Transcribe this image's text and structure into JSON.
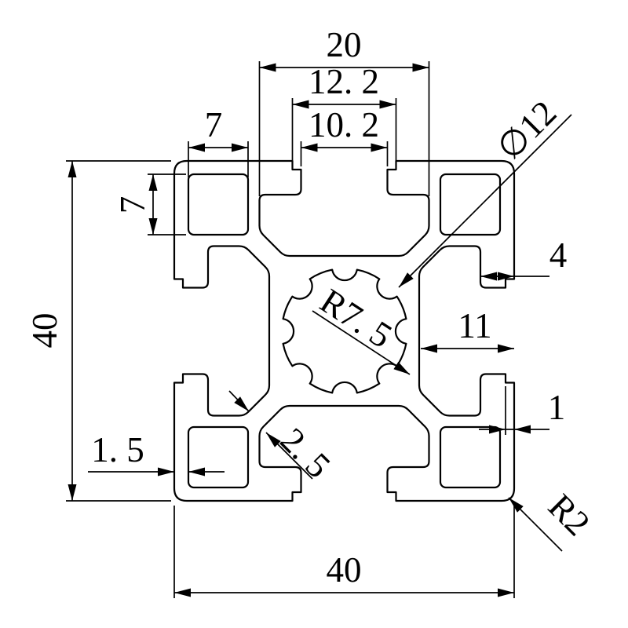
{
  "drawing": {
    "type": "aluminum-extrusion-profile-cross-section",
    "colors": {
      "line": "#000000",
      "background": "#ffffff"
    },
    "dimensions": {
      "slot_cavity_width": {
        "label": "20"
      },
      "slot_mouth_outer": {
        "label": "12. 2"
      },
      "slot_mouth_inner": {
        "label": "10. 2"
      },
      "corner_hole_width": {
        "label": "7"
      },
      "corner_hole_height": {
        "label": "7"
      },
      "overall_height": {
        "label": "40"
      },
      "overall_width": {
        "label": "40"
      },
      "center_bore_dia": {
        "label": "−12",
        "display": "∕12"
      },
      "center_boss_radius": {
        "label": "R7. 5"
      },
      "slot_ceiling_depth": {
        "label": "4"
      },
      "slot_floor_depth": {
        "label": "11"
      },
      "lip_step": {
        "label": "1"
      },
      "outer_wall": {
        "label": "1. 5"
      },
      "diag_web_thickness": {
        "label": "2. 5"
      },
      "outer_corner_radius": {
        "label": "R2"
      }
    }
  }
}
